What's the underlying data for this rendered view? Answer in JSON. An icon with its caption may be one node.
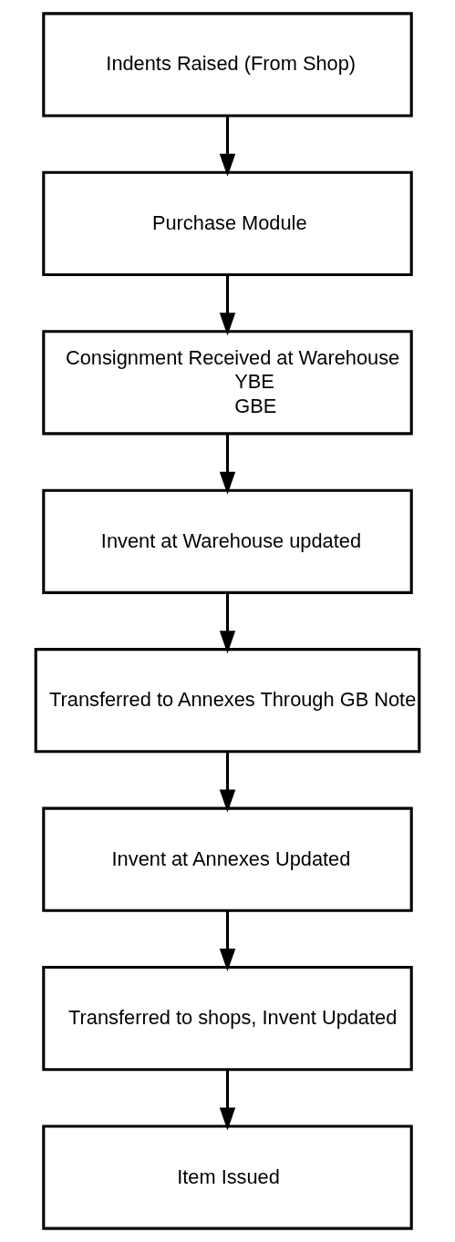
{
  "diagram": {
    "nodes": [
      {
        "text": [
          "Indents Raised (From Shop)"
        ]
      },
      {
        "text": [
          "Purchase Module"
        ]
      },
      {
        "text": [
          "Consignment Received at Warehouse",
          "YBE",
          "GBE"
        ]
      },
      {
        "text": [
          "Invent at Warehouse updated"
        ]
      },
      {
        "text": [
          "Transferred to Annexes Through GB Note"
        ]
      },
      {
        "text": [
          "Invent at Annexes Updated"
        ]
      },
      {
        "text": [
          "Transferred to shops, Invent Updated"
        ]
      },
      {
        "text": [
          "Item Issued"
        ]
      }
    ],
    "edges": [
      {
        "from": 0,
        "to": 1,
        "arrow": "to"
      },
      {
        "from": 1,
        "to": 2,
        "arrow": "to"
      },
      {
        "from": 2,
        "to": 3,
        "arrow": "to"
      },
      {
        "from": 3,
        "to": 4,
        "arrow": "to"
      },
      {
        "from": 4,
        "to": 5,
        "arrow": "to"
      },
      {
        "from": 5,
        "to": 6,
        "arrow": "to"
      },
      {
        "from": 6,
        "to": 7,
        "arrow": "to"
      }
    ]
  }
}
